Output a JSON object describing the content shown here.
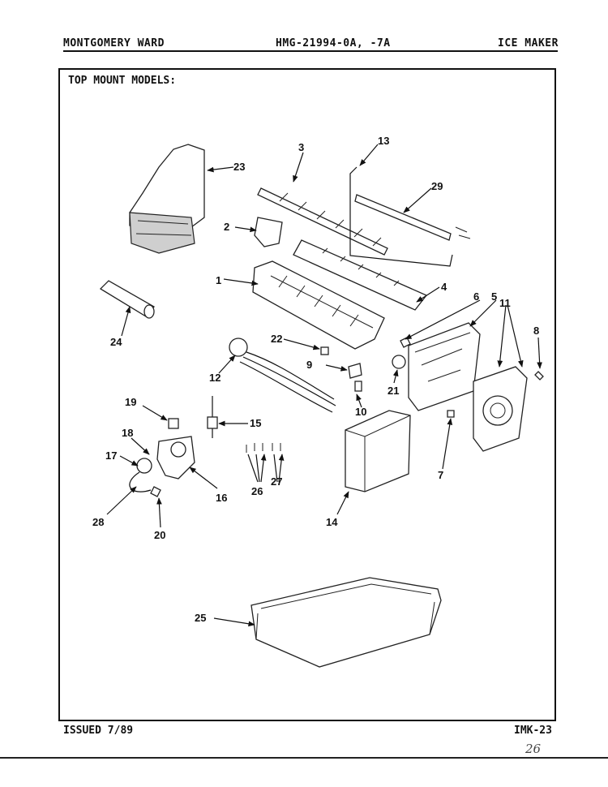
{
  "header": {
    "brand": "MONTGOMERY WARD",
    "model": "HMG-21994-0A, -7A",
    "section": "ICE MAKER"
  },
  "section_title": "TOP MOUNT MODELS:",
  "footer": {
    "issued": "ISSUED 7/89",
    "page_code": "IMK-23",
    "handwritten_mark": "26"
  },
  "callouts": [
    "1",
    "2",
    "3",
    "4",
    "5",
    "6",
    "7",
    "8",
    "9",
    "10",
    "11",
    "12",
    "13",
    "14",
    "15",
    "16",
    "17",
    "18",
    "19",
    "20",
    "21",
    "22",
    "23",
    "24",
    "25",
    "26",
    "27",
    "28",
    "29"
  ]
}
